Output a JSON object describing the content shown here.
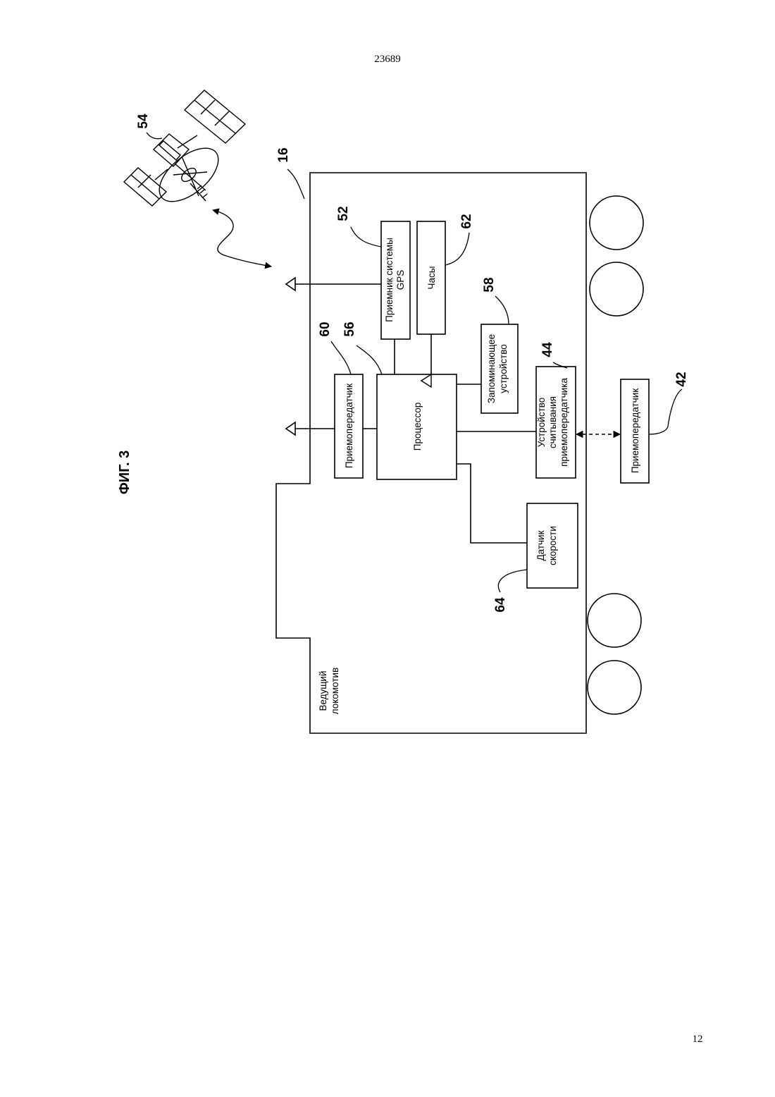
{
  "page": {
    "header_number": "23689",
    "page_number": "12"
  },
  "figure": {
    "title": "ФИГ. 3",
    "refs": {
      "locomotive": "16",
      "gps_receiver": "52",
      "satellite": "54",
      "processor": "56",
      "memory": "58",
      "transceiver": "60",
      "clock": "62",
      "speed_sensor": "64",
      "transponder_reader": "44",
      "wayside_transponder": "42"
    },
    "blocks": {
      "locomotive": [
        "Ведущий",
        "локомотив"
      ],
      "gps_receiver": [
        "Приемник системы",
        "GPS"
      ],
      "clock": [
        "Часы"
      ],
      "memory": [
        "Запоминающее",
        "устройство"
      ],
      "transceiver": [
        "Приемопередатчик"
      ],
      "processor": [
        "Процессор"
      ],
      "transponder_reader": [
        "Устройство",
        "считывания",
        "приемопередатчика"
      ],
      "wayside_transponder": [
        "Приемопередатчик"
      ],
      "speed_sensor": [
        "Датчик",
        "скорости"
      ]
    }
  }
}
